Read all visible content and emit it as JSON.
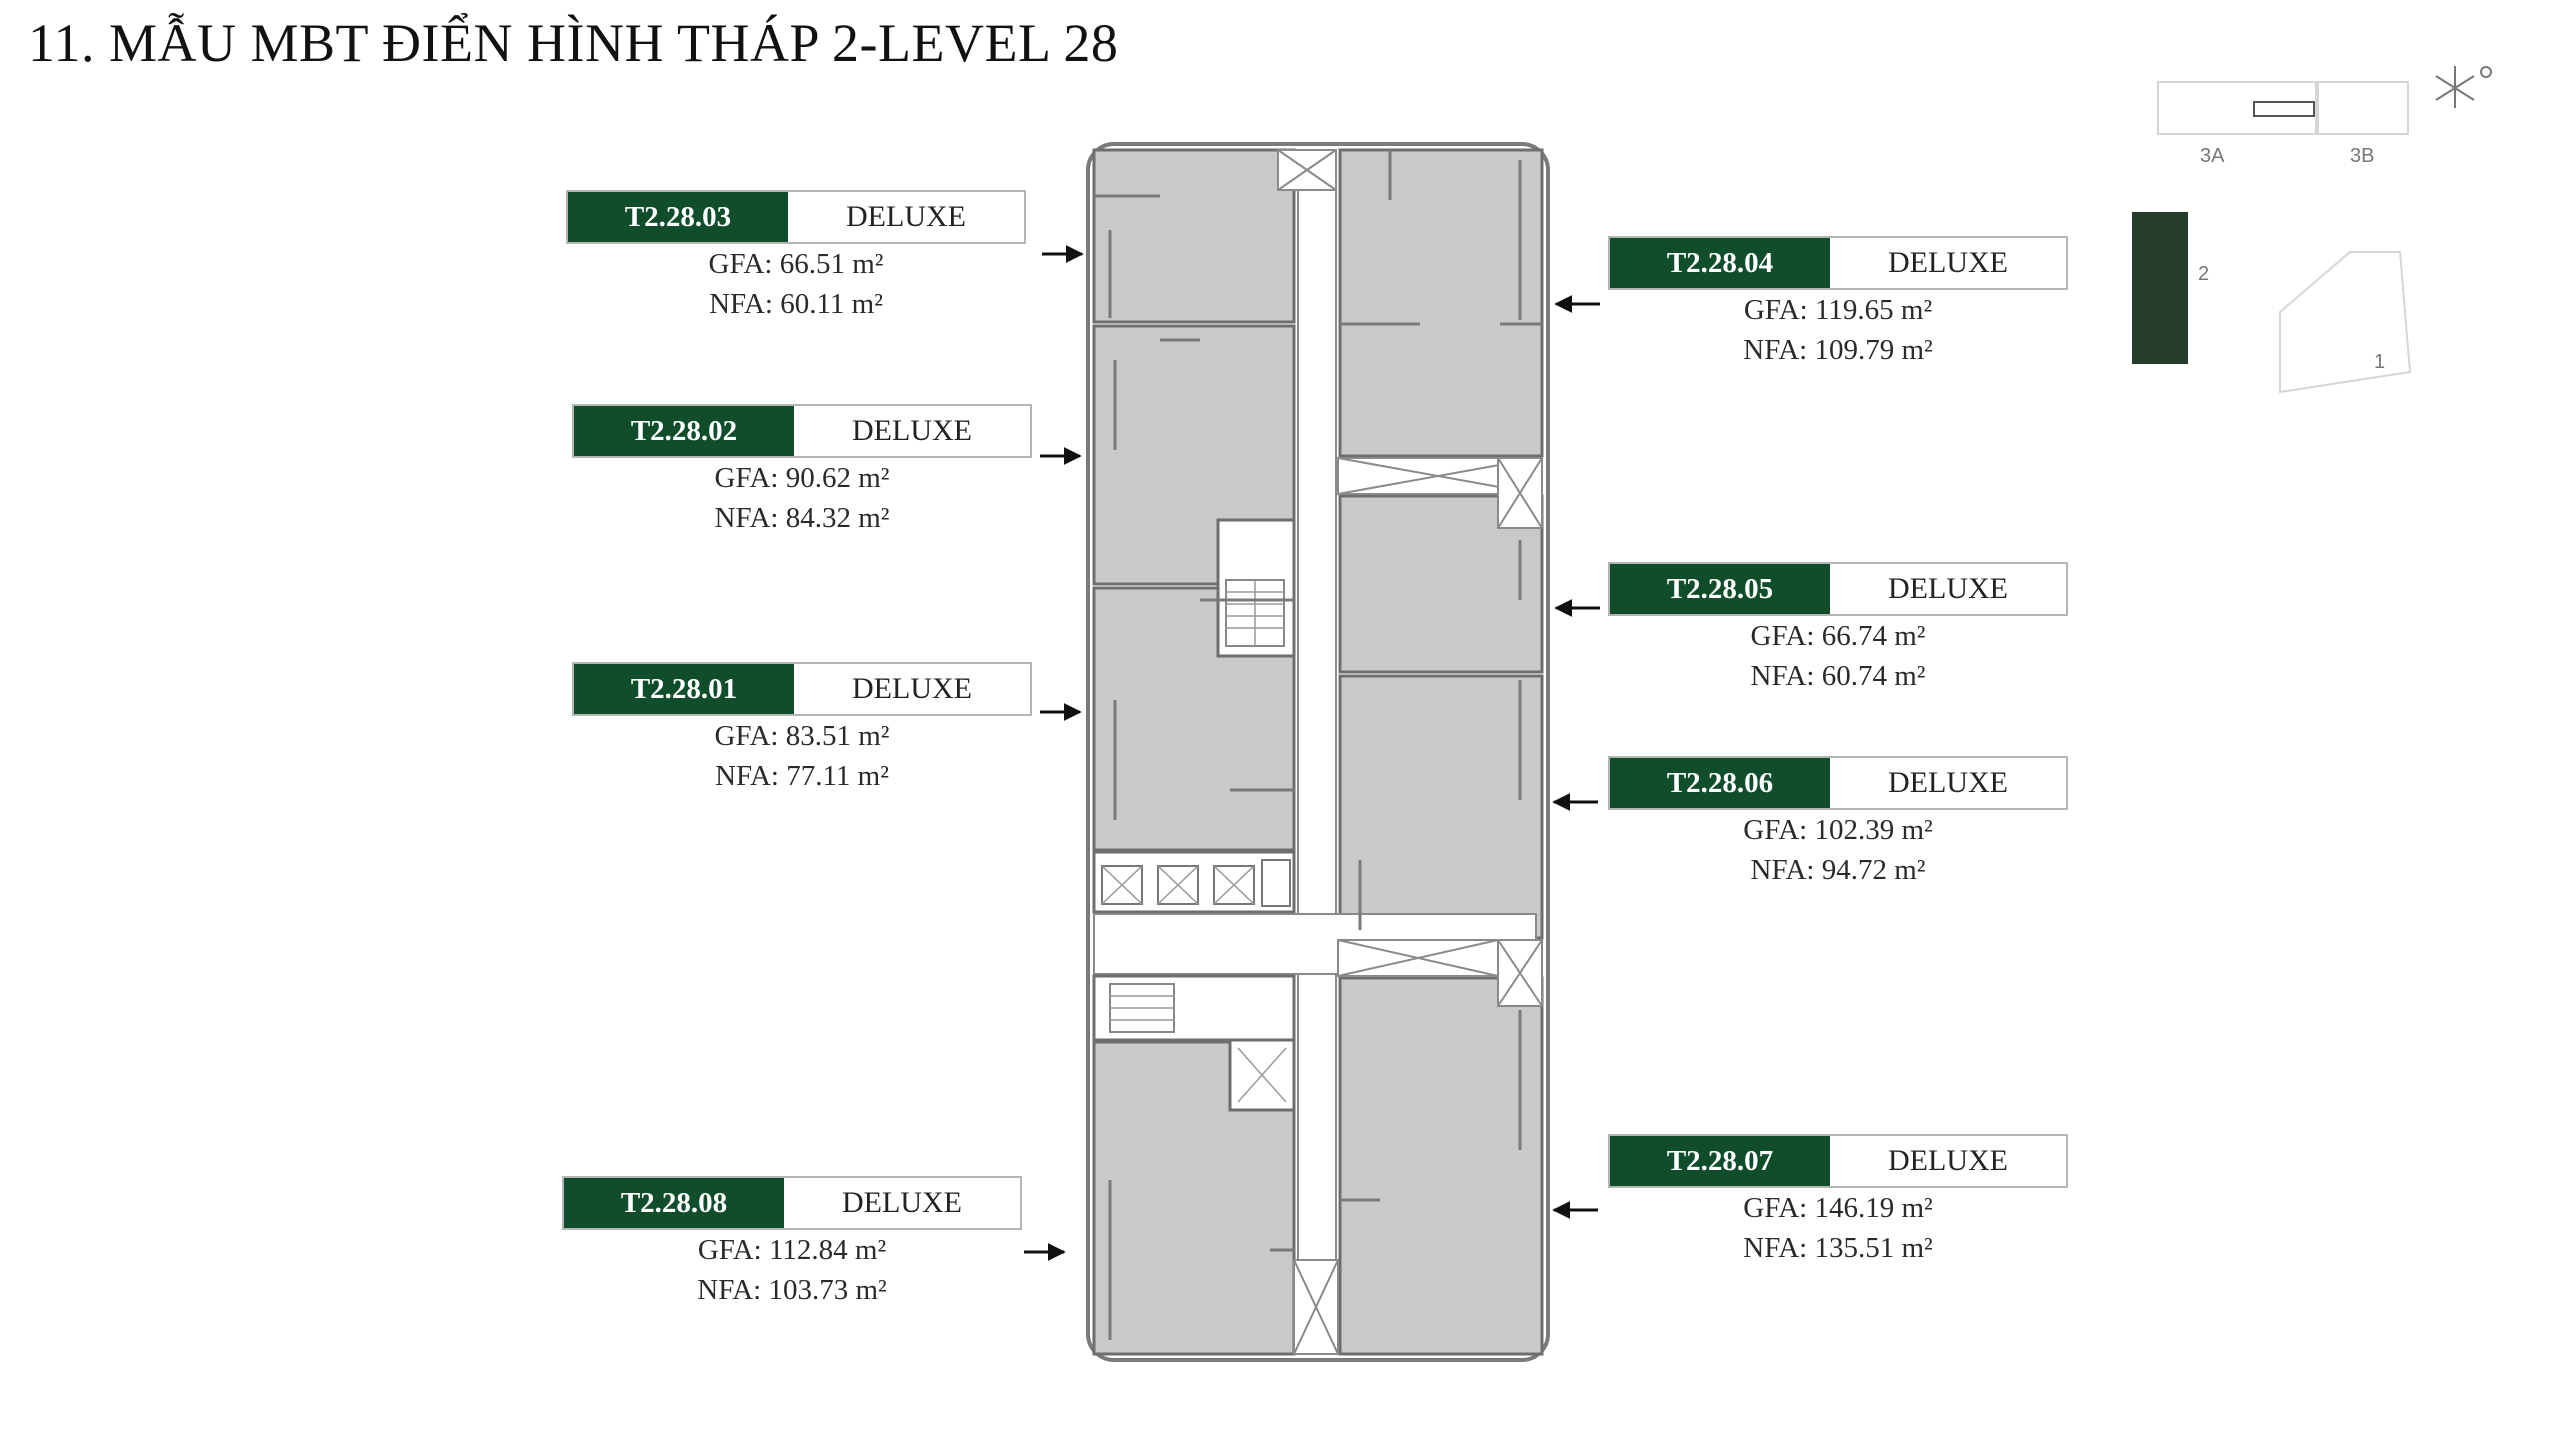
{
  "title": "11. MẪU MBT ĐIỂN HÌNH THÁP 2-LEVEL 28",
  "key_plan": {
    "labels": [
      "3A",
      "3B",
      "2",
      "1"
    ],
    "highlight_color": "#243d2b"
  },
  "colors": {
    "accent": "#0f4d2b",
    "unit_fill": "#c9c9cc",
    "wall": "#6e6e6e"
  },
  "units": [
    {
      "code": "T2.28.03",
      "type": "DELUXE",
      "gfa": "GFA: 66.51 m²",
      "nfa": "NFA: 60.11 m²"
    },
    {
      "code": "T2.28.02",
      "type": "DELUXE",
      "gfa": "GFA: 90.62 m²",
      "nfa": "NFA: 84.32 m²"
    },
    {
      "code": "T2.28.01",
      "type": "DELUXE",
      "gfa": "GFA: 83.51 m²",
      "nfa": "NFA: 77.11 m²"
    },
    {
      "code": "T2.28.08",
      "type": "DELUXE",
      "gfa": "GFA: 112.84 m²",
      "nfa": "NFA: 103.73 m²"
    },
    {
      "code": "T2.28.04",
      "type": "DELUXE",
      "gfa": "GFA: 119.65 m²",
      "nfa": "NFA: 109.79 m²"
    },
    {
      "code": "T2.28.05",
      "type": "DELUXE",
      "gfa": "GFA: 66.74 m²",
      "nfa": "NFA: 60.74 m²"
    },
    {
      "code": "T2.28.06",
      "type": "DELUXE",
      "gfa": "GFA: 102.39 m²",
      "nfa": "NFA: 94.72 m²"
    },
    {
      "code": "T2.28.07",
      "type": "DELUXE",
      "gfa": "GFA: 146.19 m²",
      "nfa": "NFA: 135.51 m²"
    }
  ]
}
